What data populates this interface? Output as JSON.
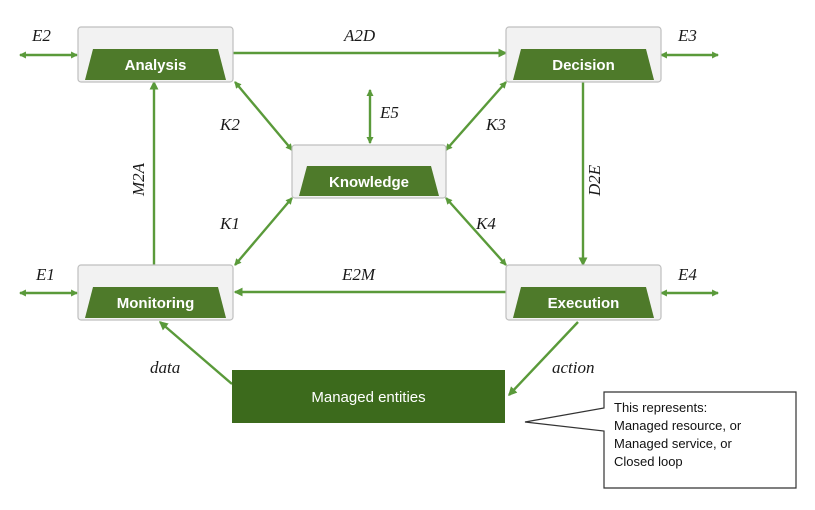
{
  "colors": {
    "arrow": "#5a9a3a",
    "box_fill": "#f2f2f2",
    "box_border": "#bfbfbf",
    "tab_fill": "#4e7a2a",
    "managed_fill": "#3c6a1c",
    "note_border": "#333333"
  },
  "boxes": {
    "analysis": "Analysis",
    "decision": "Decision",
    "knowledge": "Knowledge",
    "monitoring": "Monitoring",
    "execution": "Execution"
  },
  "managed_entities": "Managed entities",
  "edges": {
    "e1": "E1",
    "e2": "E2",
    "e3": "E3",
    "e4": "E4",
    "e5": "E5",
    "a2d": "A2D",
    "d2e": "D2E",
    "e2m": "E2M",
    "m2a": "M2A",
    "k1": "K1",
    "k2": "K2",
    "k3": "K3",
    "k4": "K4",
    "data": "data",
    "action": "action"
  },
  "note": {
    "lines": [
      "This represents:",
      "Managed resource, or",
      "Managed service, or",
      "Closed loop"
    ]
  }
}
